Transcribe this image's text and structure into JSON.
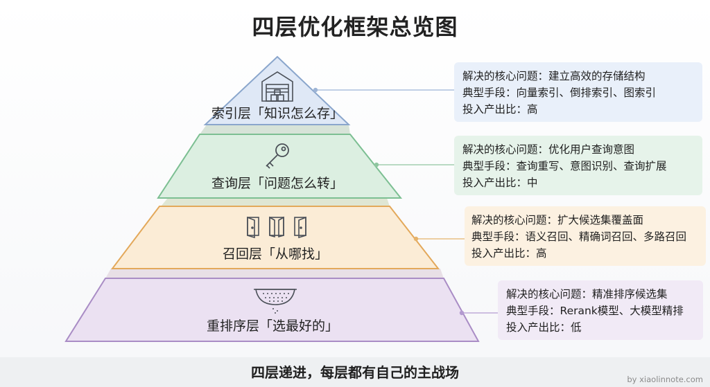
{
  "title": "四层优化框架总览图",
  "layers": [
    {
      "label": "索引层「知识怎么存」",
      "icon": "warehouse-icon",
      "problem": "解决的核心问题：建立高效的存储结构",
      "methods": "典型手段：向量索引、倒排索引、图索引",
      "roi": "投入产出比：高",
      "fill": "#dfe8f6",
      "stroke": "#8aa6cc",
      "box_bg": "#e9f0fa"
    },
    {
      "label": "查询层「问题怎么转」",
      "icon": "key-icon",
      "problem": "解决的核心问题：优化用户查询意图",
      "methods": "典型手段：查询重写、意图识别、查询扩展",
      "roi": "投入产出比：中",
      "fill": "#dcefe1",
      "stroke": "#7cbf92",
      "box_bg": "#e6f3ea"
    },
    {
      "label": "召回层「从哪找」",
      "icon": "doors-icon",
      "problem": "解决的核心问题：扩大候选集覆盖面",
      "methods": "典型手段：语义召回、精确词召回、多路召回",
      "roi": "投入产出比：高",
      "fill": "#fbecd6",
      "stroke": "#e3a85a",
      "box_bg": "#fcf1e1"
    },
    {
      "label": "重排序层「选最好的」",
      "icon": "sieve-icon",
      "problem": "解决的核心问题：精准排序候选集",
      "methods": "典型手段：Rerank模型、大模型精排",
      "roi": "投入产出比：低",
      "fill": "#ebe1f2",
      "stroke": "#a98cc5",
      "box_bg": "#f1eaf6"
    }
  ],
  "footer": "四层递进，每层都有自己的主战场",
  "credit": "by xiaolinnote.com"
}
